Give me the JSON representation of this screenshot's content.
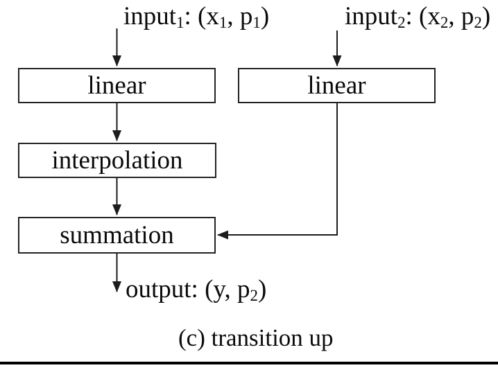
{
  "figure": {
    "caption": "(c) transition up",
    "background_color": "#ffffff",
    "line_color": "#1c1c1c",
    "labels": {
      "input1": [
        {
          "t": "input"
        },
        {
          "sub": "1"
        },
        {
          "t": ": (x"
        },
        {
          "sub": "1"
        },
        {
          "t": ", p"
        },
        {
          "sub": "1"
        },
        {
          "t": ")"
        }
      ],
      "input2": [
        {
          "t": "input"
        },
        {
          "sub": "2"
        },
        {
          "t": ": (x"
        },
        {
          "sub": "2"
        },
        {
          "t": ", p"
        },
        {
          "sub": "2"
        },
        {
          "t": ")"
        }
      ],
      "output": [
        {
          "t": "output: (y, p"
        },
        {
          "sub": "2"
        },
        {
          "t": ")"
        }
      ]
    },
    "nodes": {
      "linear1": "linear",
      "linear2": "linear",
      "interpolation": "interpolation",
      "summation": "summation"
    },
    "edges": [
      {
        "from": "input1",
        "to": "linear1"
      },
      {
        "from": "linear1",
        "to": "interpolation"
      },
      {
        "from": "interpolation",
        "to": "summation"
      },
      {
        "from": "summation",
        "to": "output"
      },
      {
        "from": "input2",
        "to": "linear2"
      },
      {
        "from": "linear2",
        "to": "summation"
      }
    ]
  }
}
